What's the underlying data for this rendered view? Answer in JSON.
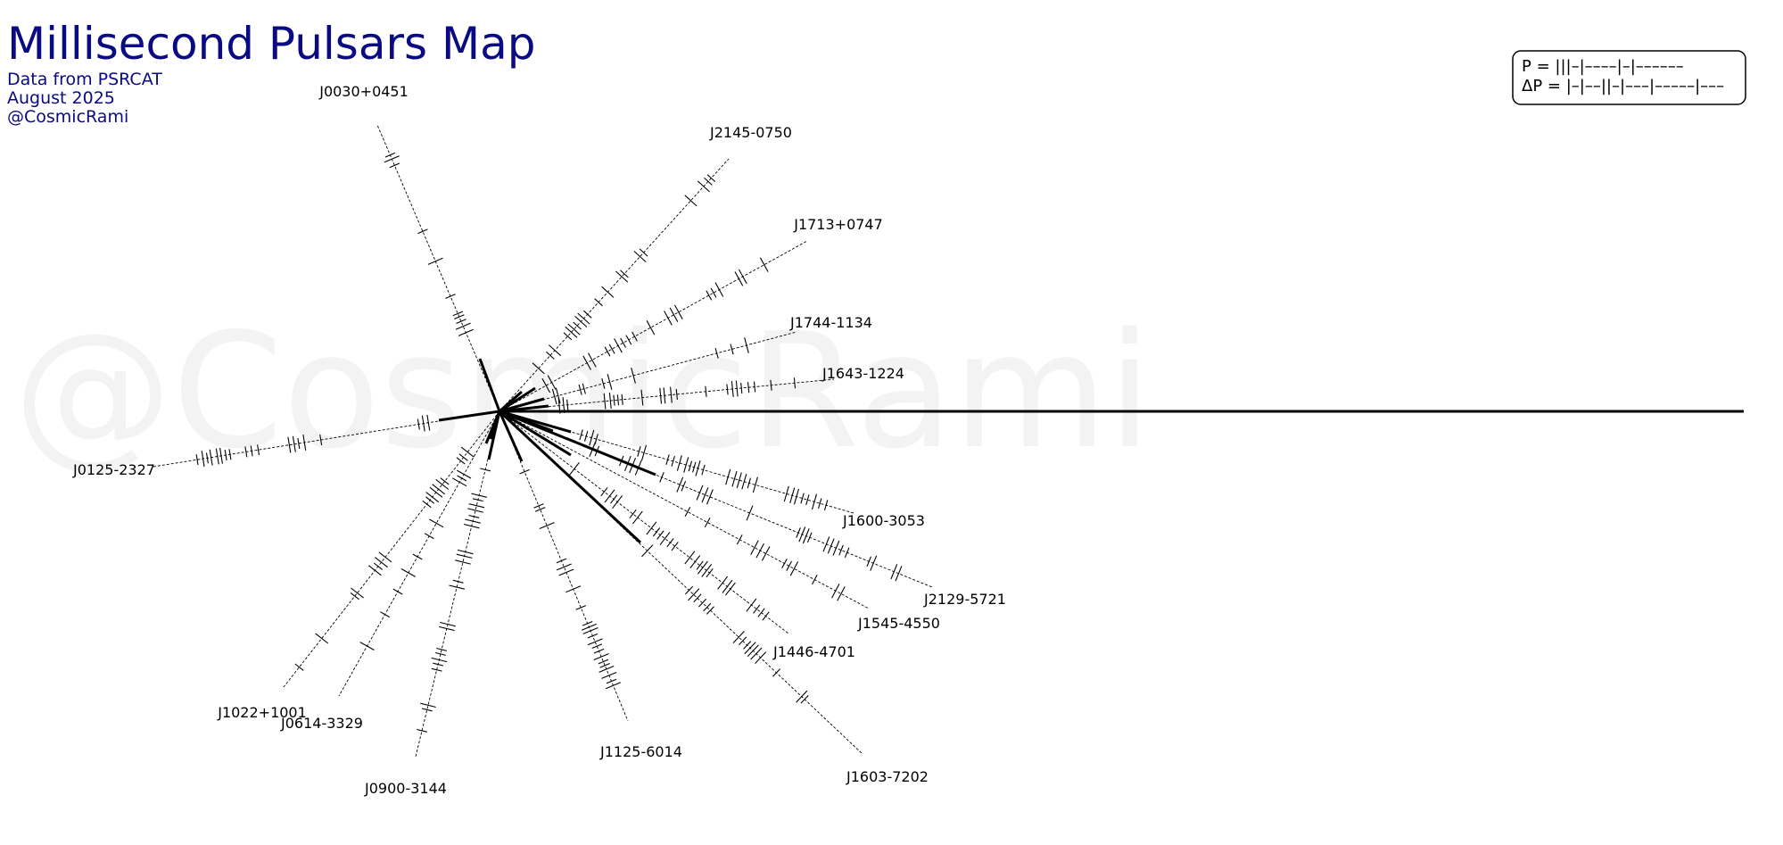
{
  "header": {
    "title": "Millisecond Pulsars Map",
    "subtitle_lines": [
      "Data from PSRCAT",
      "August 2025",
      "@CosmicRami"
    ]
  },
  "watermark": "@CosmicRami",
  "legend": {
    "period_line": "P = |||–|––––|–|––––––",
    "derivative_line": "ΔP = |–|––||–|–––|–––––|–––"
  },
  "colors": {
    "title": "#0a0a82",
    "ink": "#000000",
    "watermark": "#f3f3f3"
  },
  "pulsars": [
    {
      "name": "J0030+0451"
    },
    {
      "name": "J2145-0750"
    },
    {
      "name": "J1713+0747"
    },
    {
      "name": "J1744-1134"
    },
    {
      "name": "J1643-1224"
    },
    {
      "name": "J1600-3053"
    },
    {
      "name": "J2129-5721"
    },
    {
      "name": "J1545-4550"
    },
    {
      "name": "J1446-4701"
    },
    {
      "name": "J1603-7202"
    },
    {
      "name": "J1125-6014"
    },
    {
      "name": "J0900-3144"
    },
    {
      "name": "J0614-3329"
    },
    {
      "name": "J1022+1001"
    },
    {
      "name": "J0125-2327"
    }
  ]
}
